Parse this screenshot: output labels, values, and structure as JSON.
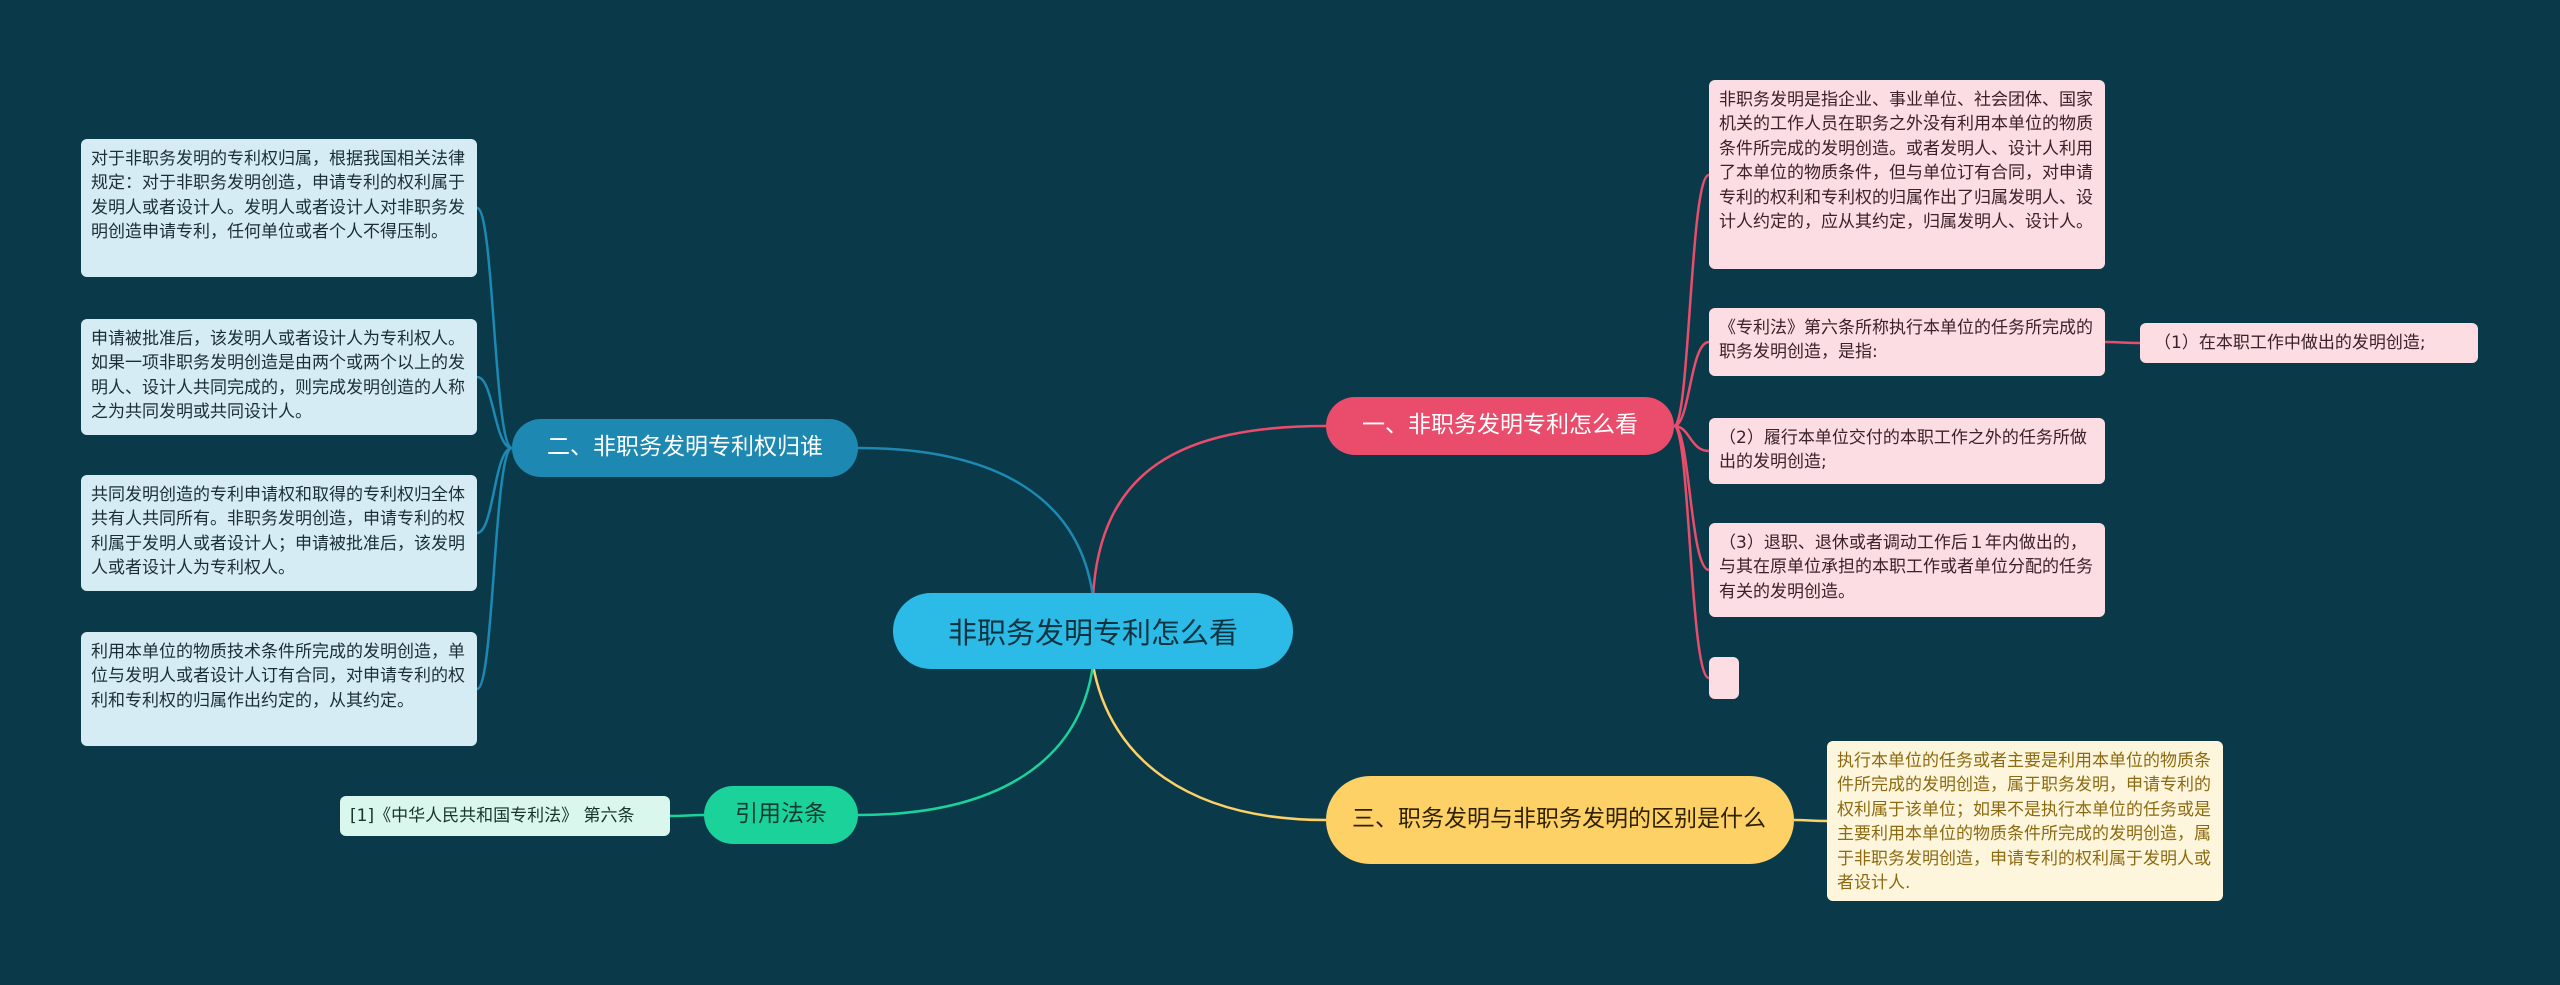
{
  "root": {
    "label": "非职务发明专利怎么看"
  },
  "colors": {
    "background": "#0a3a4a",
    "root": "#2bbbe6",
    "branch_1": "#ea4d6b",
    "branch_2": "#1d89b2",
    "branch_3": "#fed166",
    "branch_4": "#1cd29b"
  },
  "branches": {
    "b1": {
      "label": "一、非职务发明专利怎么看",
      "leaves": {
        "l1": "非职务发明是指企业、事业单位、社会团体、国家机关的工作人员在职务之外没有利用本单位的物质条件所完成的发明创造。或者发明人、设计人利用了本单位的物质条件，但与单位订有合同，对申请专利的权利和专利权的归属作出了归属发明人、设计人约定的，应从其约定，归属发明人、设计人。",
        "l2": "《专利法》第六条所称执行本单位的任务所完成的职务发明创造，是指:",
        "l3": "（1）在本职工作中做出的发明创造;",
        "l4": "（2）履行本单位交付的本职工作之外的任务所做出的发明创造;",
        "l5": "（3）退职、退休或者调动工作后１年内做出的，与其在原单位承担的本职工作或者单位分配的任务有关的发明创造。",
        "l6": ""
      }
    },
    "b2": {
      "label": "二、非职务发明专利权归谁",
      "leaves": {
        "l7": "对于非职务发明的专利权归属，根据我国相关法律规定：对于非职务发明创造，申请专利的权利属于发明人或者设计人。发明人或者设计人对非职务发明创造申请专利，任何单位或者个人不得压制。",
        "l8": "申请被批准后，该发明人或者设计人为专利权人。如果一项非职务发明创造是由两个或两个以上的发明人、设计人共同完成的，则完成发明创造的人称之为共同发明或共同设计人。",
        "l9": "共同发明创造的专利申请权和取得的专利权归全体共有人共同所有。非职务发明创造，申请专利的权利属于发明人或者设计人；申请被批准后，该发明人或者设计人为专利权人。",
        "l10": "利用本单位的物质技术条件所完成的发明创造，单位与发明人或者设计人订有合同，对申请专利的权利和专利权的归属作出约定的，从其约定。"
      }
    },
    "b3": {
      "label": "三、职务发明与非职务发明的区别是什么",
      "leaves": {
        "l11": "执行本单位的任务或者主要是利用本单位的物质条件所完成的发明创造，属于职务发明，申请专利的权利属于该单位；如果不是执行本单位的任务或是主要利用本单位的物质条件所完成的发明创造，属于非职务发明创造，申请专利的权利属于发明人或者设计人."
      }
    },
    "b4": {
      "label": "引用法条",
      "leaves": {
        "l12": "[1]《中华人民共和国专利法》 第六条"
      }
    }
  }
}
